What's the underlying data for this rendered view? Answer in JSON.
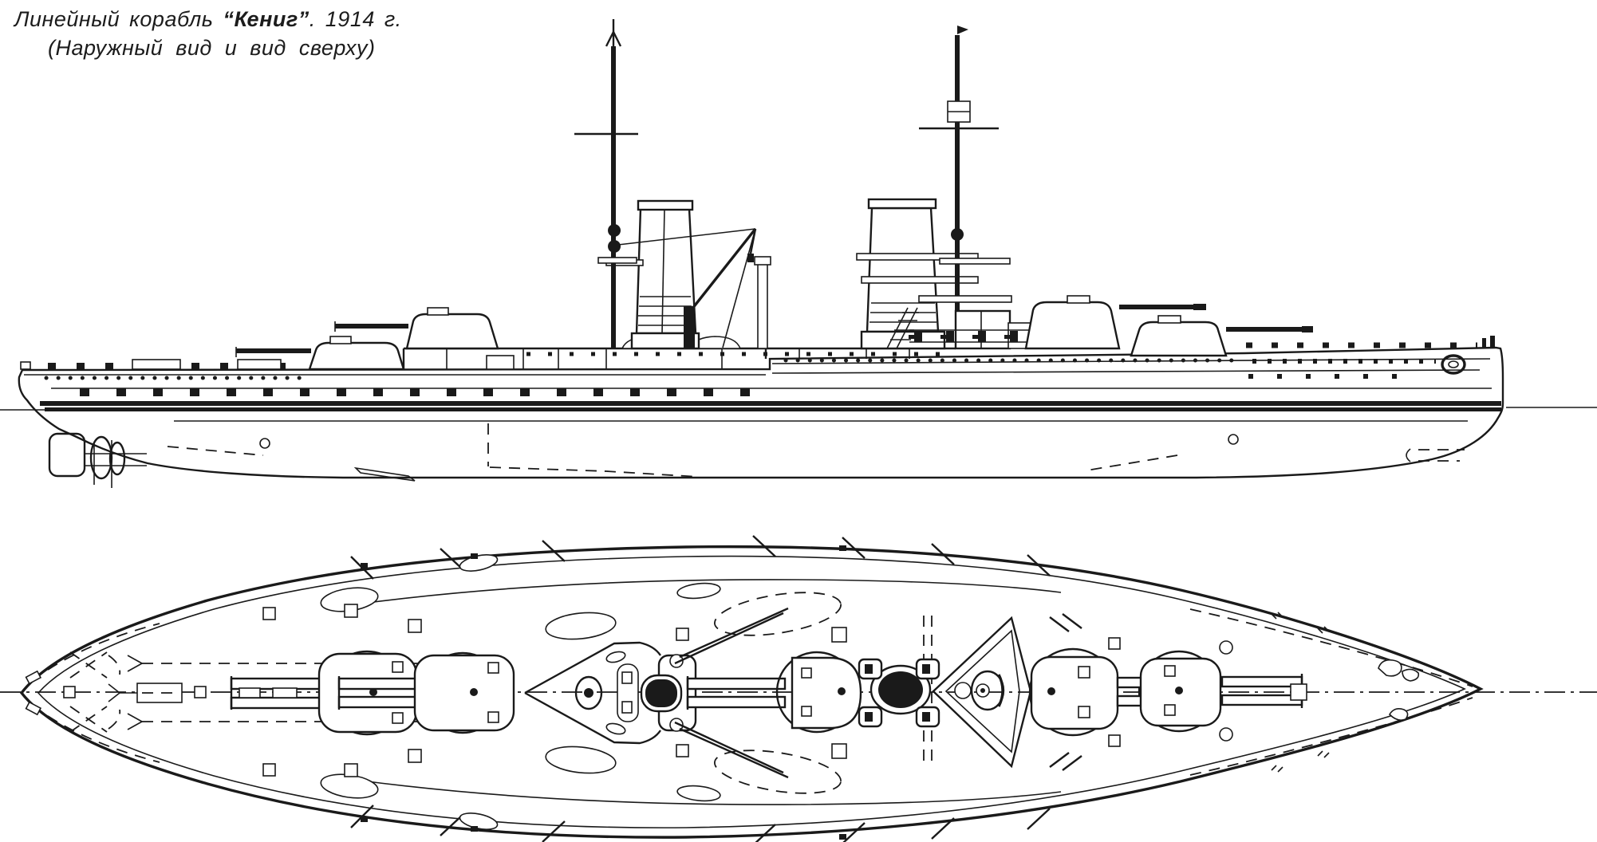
{
  "caption": {
    "prefix": "Линейный корабль ",
    "ship_name": "“Кениг”",
    "suffix": ". 1914 г.",
    "subtitle": "(Наружный вид и вид сверху)"
  },
  "colors": {
    "ink": "#1a1a1a",
    "paper": "#ffffff"
  }
}
